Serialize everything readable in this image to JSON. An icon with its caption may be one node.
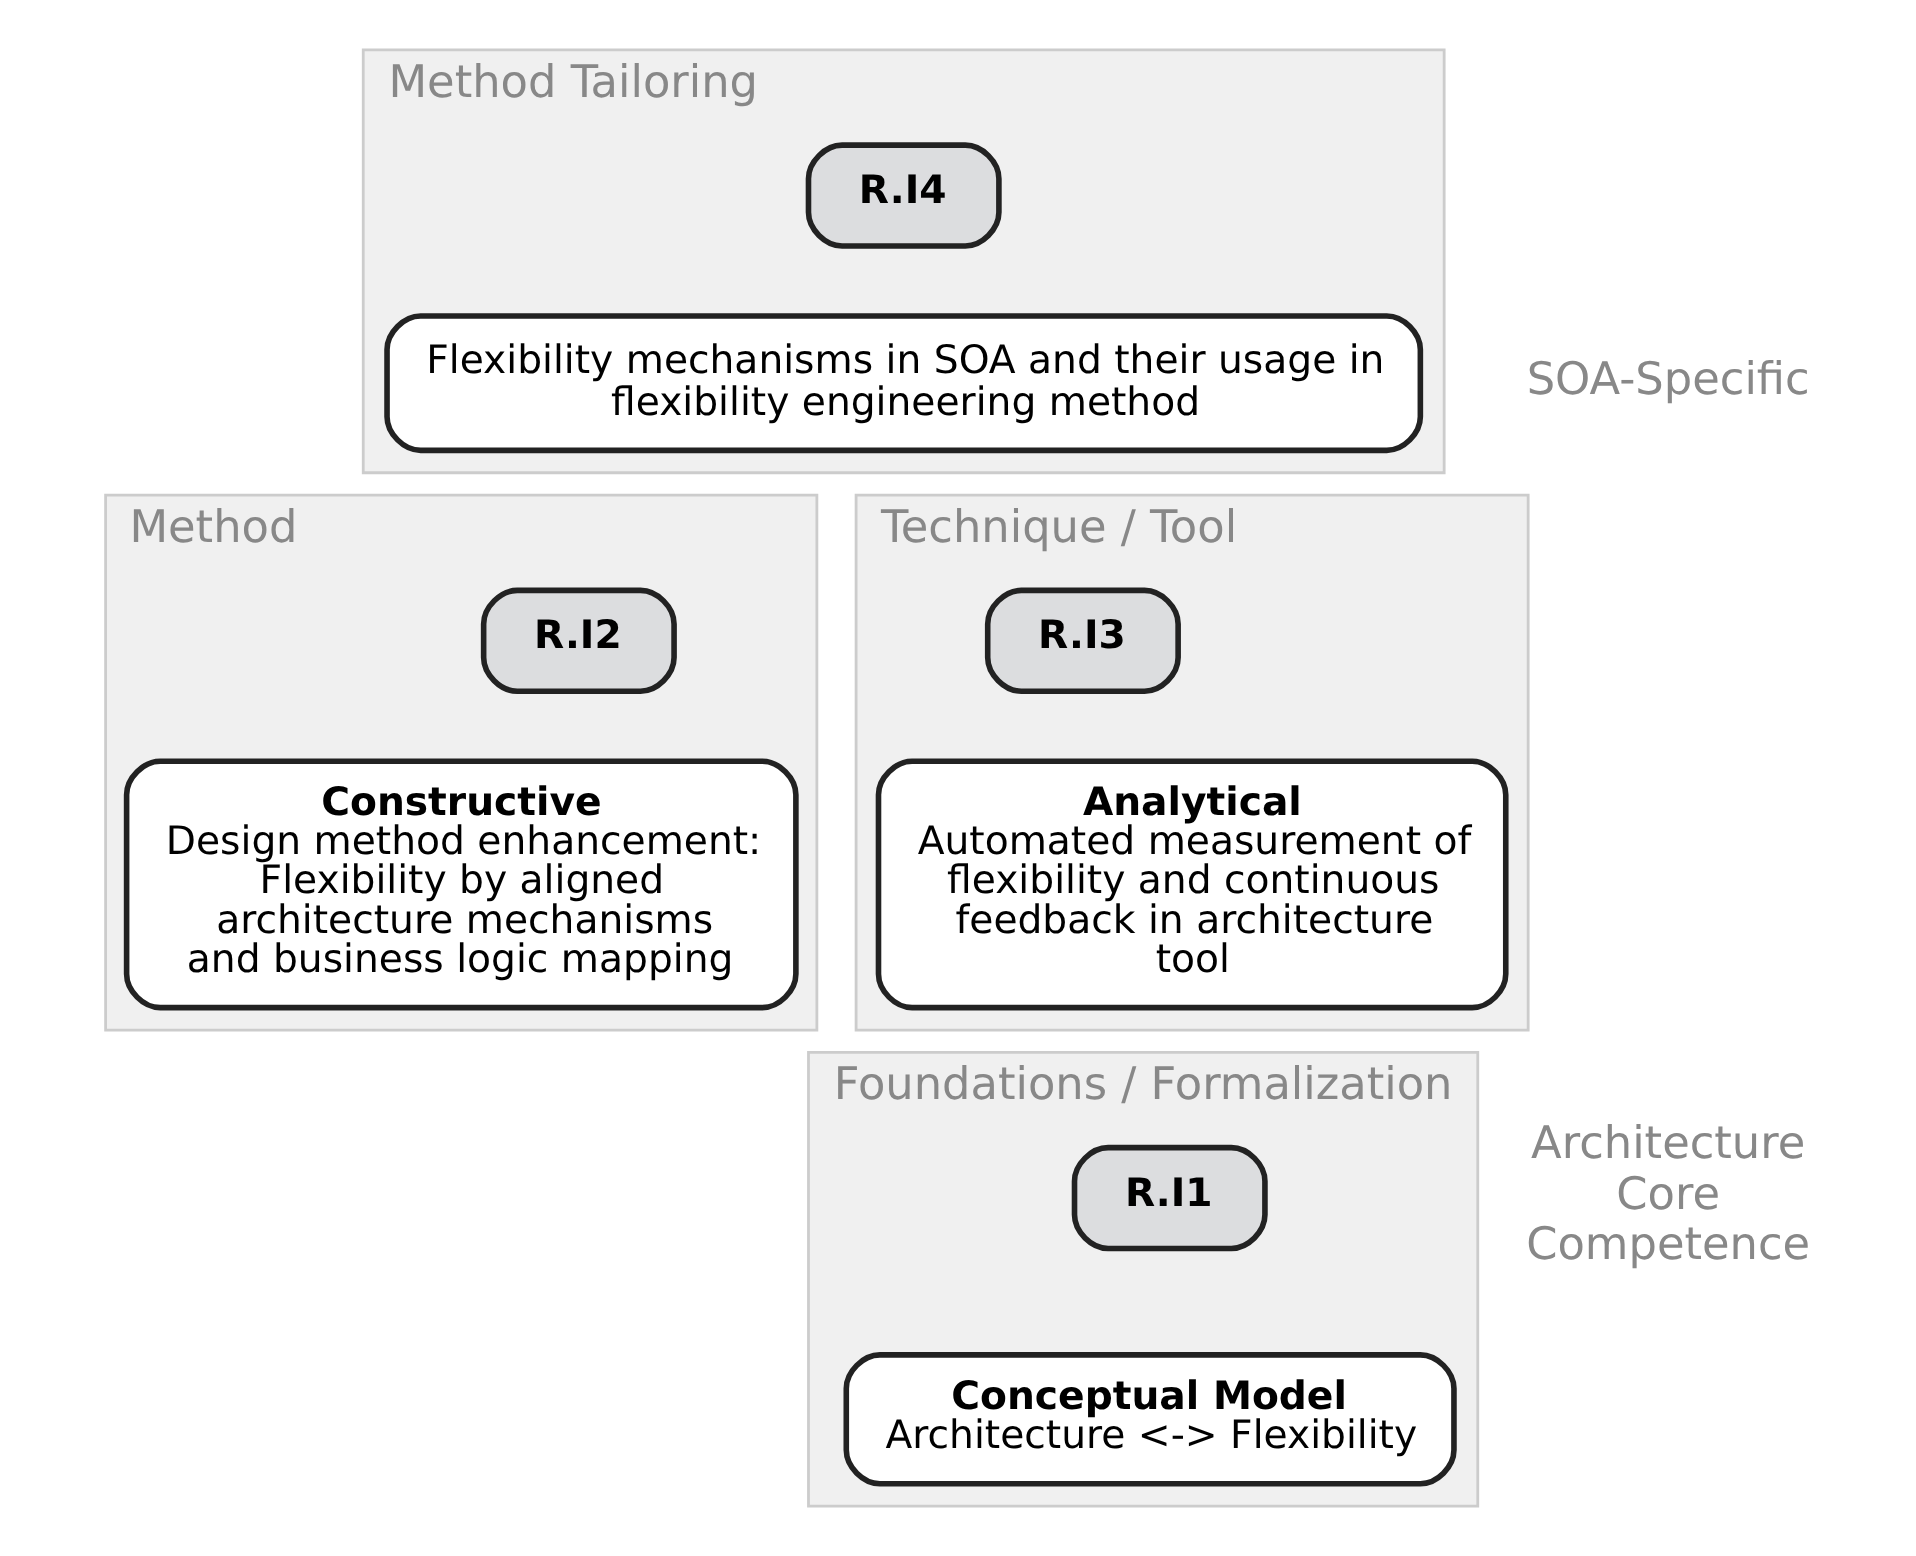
{
  "diagram": {
    "nodes": [
      {
        "text": [
          "Method Tailoring"
        ]
      },
      {
        "text": [
          "R.I4"
        ],
        "in": 0
      },
      {
        "text": [
          "Flexibility mechanisms in SOA and their usage in flexibility engineering method"
        ],
        "in": 0
      },
      {
        "text": [
          "Method"
        ]
      },
      {
        "text": [
          "R.I2"
        ],
        "in": 3
      },
      {
        "text": [
          "Constructive",
          "Design method enhancement: Flexibility by aligned architecture mechanisms and business logic mapping"
        ],
        "in": 3
      },
      {
        "text": [
          "Technique / Tool"
        ]
      },
      {
        "text": [
          "R.I3"
        ],
        "in": 6
      },
      {
        "text": [
          "Analytical",
          "Automated measurement of flexibility and continuous feedback in architecture tool"
        ],
        "in": 6
      },
      {
        "text": [
          "Foundations / Formalization"
        ]
      },
      {
        "text": [
          "R.I1"
        ],
        "in": 9
      },
      {
        "text": [
          "Conceptual Model",
          "Architecture <-> Flexibility"
        ],
        "in": 9
      }
    ],
    "edges": [],
    "labels": [
      "SOA-Specific",
      "Architecture Core Competence"
    ]
  }
}
